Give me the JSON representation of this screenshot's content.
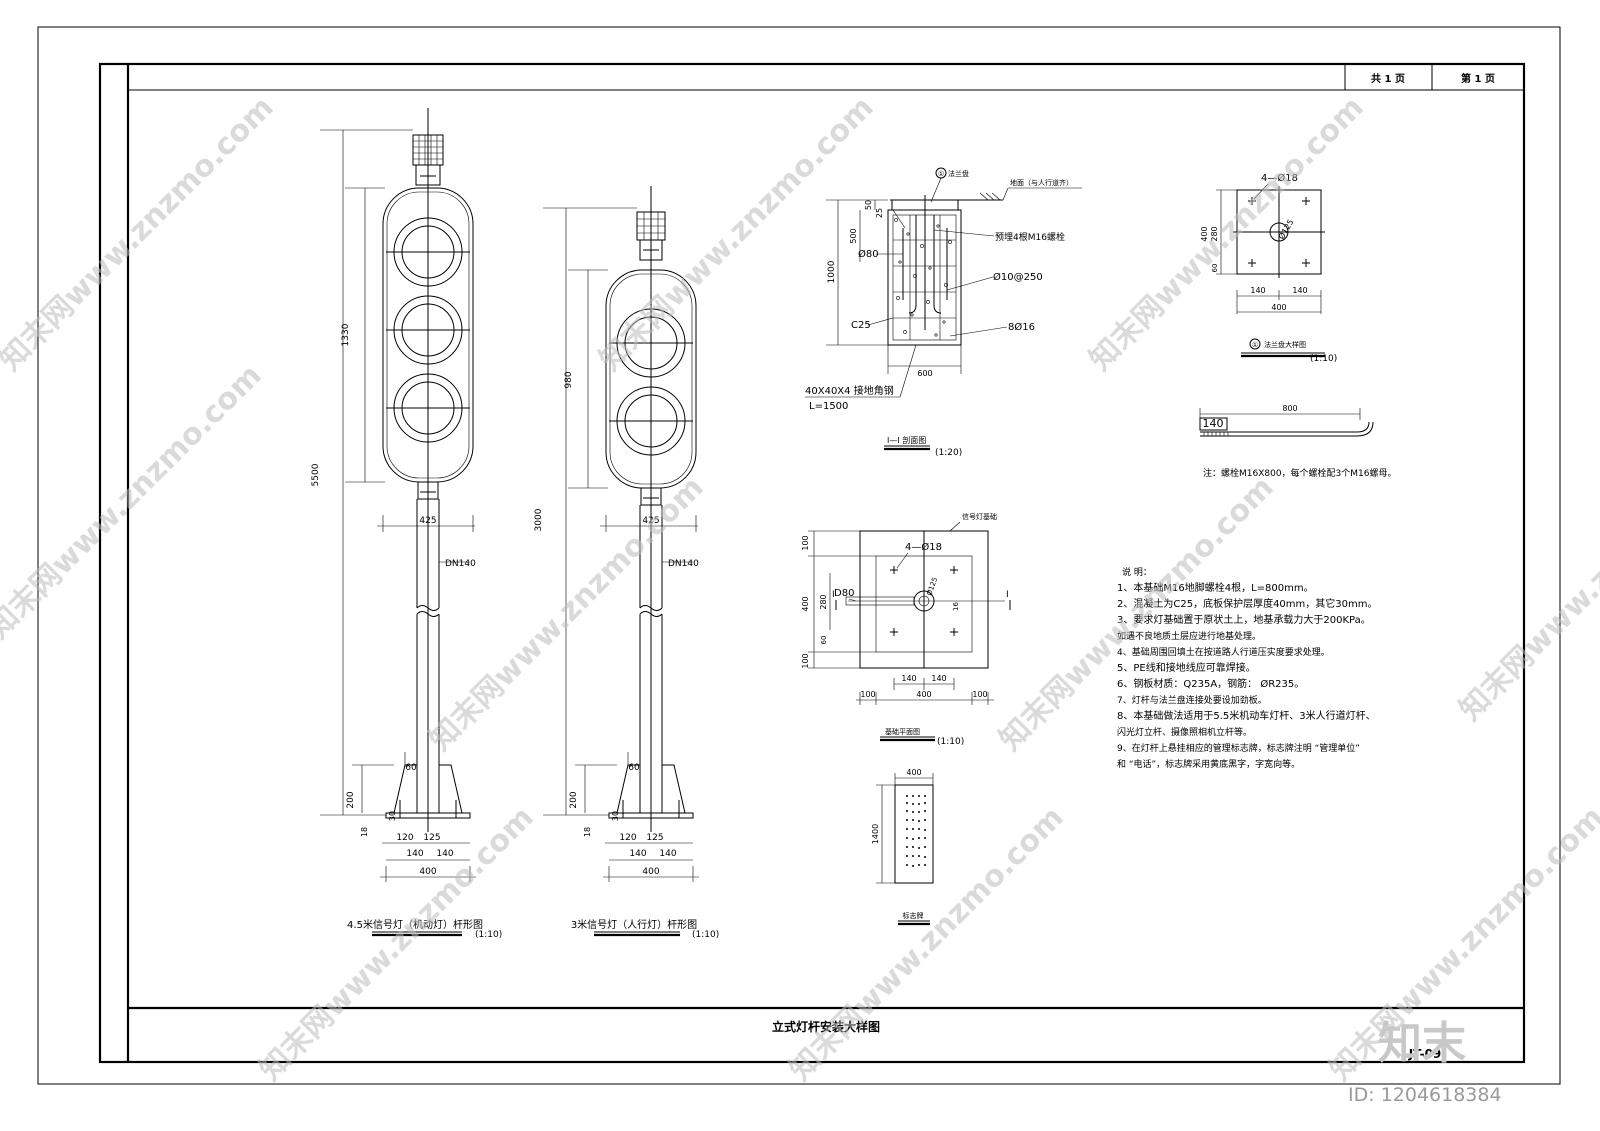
{
  "header": {
    "total_pages": "共 1 页",
    "page_no": "第 1 页"
  },
  "title_block": {
    "title": "立式灯杆安装大样图",
    "drawing_no": "JT-09"
  },
  "pole_45": {
    "dims": {
      "total": "5500",
      "head": "1330",
      "width": "425",
      "pipe": "DN140",
      "d60": "60",
      "d200": "200",
      "d30": "30",
      "d18": "18",
      "d120": "120",
      "d125": "125",
      "d140": "140",
      "d400": "400"
    },
    "caption": "4.5米信号灯（机动灯）杆形图",
    "scale": "(1:10)"
  },
  "pole_3": {
    "dims": {
      "total": "3000",
      "head": "980",
      "width": "425",
      "pipe": "DN140",
      "d60": "60",
      "d200": "200",
      "d30": "30",
      "d18": "18",
      "d120": "120",
      "d125": "125",
      "d140": "140",
      "d400": "400"
    },
    "caption": "3米信号灯（人行灯）杆形图",
    "scale": "(1:10)"
  },
  "section": {
    "flange_tag": "①",
    "flange_label": "法兰盘",
    "ground_label": "地面（与人行道齐）",
    "d50": "50",
    "d25": "25",
    "d500": "500",
    "d1000": "1000",
    "d80": "Ø80",
    "concrete": "C25",
    "bolt_label": "预埋4根M16螺栓",
    "stirrup": "Ø10@250",
    "rebar": "8Ø16",
    "width": "600",
    "angle_steel": "40X40X4 接地角钢",
    "angle_len": "L=1500",
    "caption": "Ⅰ—Ⅰ 剖面图",
    "scale": "(1:20)"
  },
  "flange": {
    "holes": "4—Ø18",
    "center": "Ø125",
    "d400v": "400",
    "d280": "280",
    "d60": "60",
    "d140a": "140",
    "d140b": "140",
    "d400h": "400",
    "tag": "①",
    "caption": "法兰盘大样图",
    "scale": "(1:10)"
  },
  "bolt": {
    "d140": "140",
    "d800": "800",
    "note": "注：螺栓M16X800，每个螺栓配3个M16螺母。"
  },
  "plan": {
    "label": "信号灯基础",
    "holes": "4—Ø18",
    "d80": "D80",
    "sec_l": "Ⅰ",
    "sec_r": "Ⅰ",
    "d100a": "100",
    "d400": "400",
    "d280": "280",
    "d100b": "100",
    "d60": "60",
    "d16": "16",
    "center": "Ø125",
    "d140a": "140",
    "d140b": "140",
    "b100a": "100",
    "b400": "400",
    "b100b": "100",
    "caption": "基础平面图",
    "scale": "(1:10)"
  },
  "sign": {
    "width": "400",
    "height": "1400",
    "caption": "标志牌"
  },
  "notes": {
    "heading": "说  明：",
    "lines": [
      "1、本基础M16地脚螺栓4根，L=800mm。",
      "2、混凝土为C25，底板保护层厚度40mm，其它30mm。",
      "3、要求灯基础置于原状土上，地基承载力大于200KPa。",
      "    如遇不良地质土层应进行地基处理。",
      "4、基础周围回填土在按道路人行道压实度要求处理。",
      "5、PE线和接地线应可靠焊接。",
      "6、钢板材质：Q235A，钢筋： ØR235。",
      "7、灯杆与法兰盘连接处要设加劲板。",
      "8、本基础做法适用于5.5米机动车灯杆、3米人行道灯杆、",
      "    闪光灯立杆、摄像照相机立杆等。",
      "9、在灯杆上悬挂相应的管理标志牌，标志牌注明 “管理单位”",
      "    和 “电话”，标志牌采用黄底黑字，字宽向等。"
    ]
  },
  "watermark": {
    "text": "知末网www.znzmo.com",
    "brand": "知末",
    "id": "ID: 1204618384"
  }
}
